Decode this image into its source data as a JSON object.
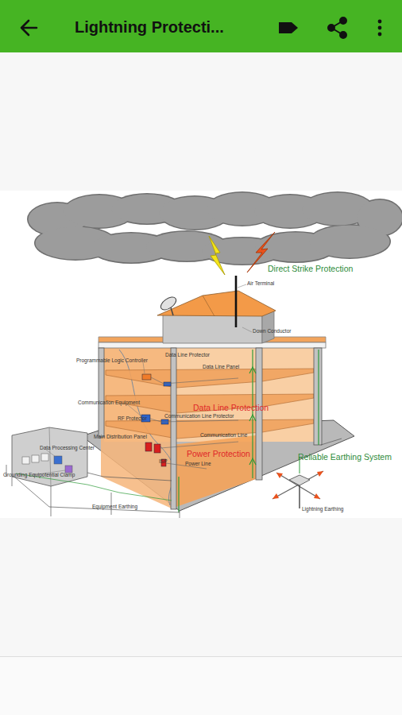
{
  "diagram": {
    "title": "Lightning Protecti...",
    "labels": [
      "Direct Strike Protection",
      "Air Terminal",
      "Down Conductor",
      "Programmable Logic Controller",
      "Data Line Protector",
      "Data Line Panel",
      "Communication Equipment",
      "Data Line Protection",
      "RF Protector",
      "Communication Line Protector",
      "Main Distribution Panel",
      "Communication Line",
      "ISP",
      "Power Protection",
      "Power Line",
      "Reliable Earthing System",
      "Data Processing Center",
      "Grounding Equipotential Clamp",
      "Equipment Earthing",
      "Lightning Earthing"
    ]
  }
}
